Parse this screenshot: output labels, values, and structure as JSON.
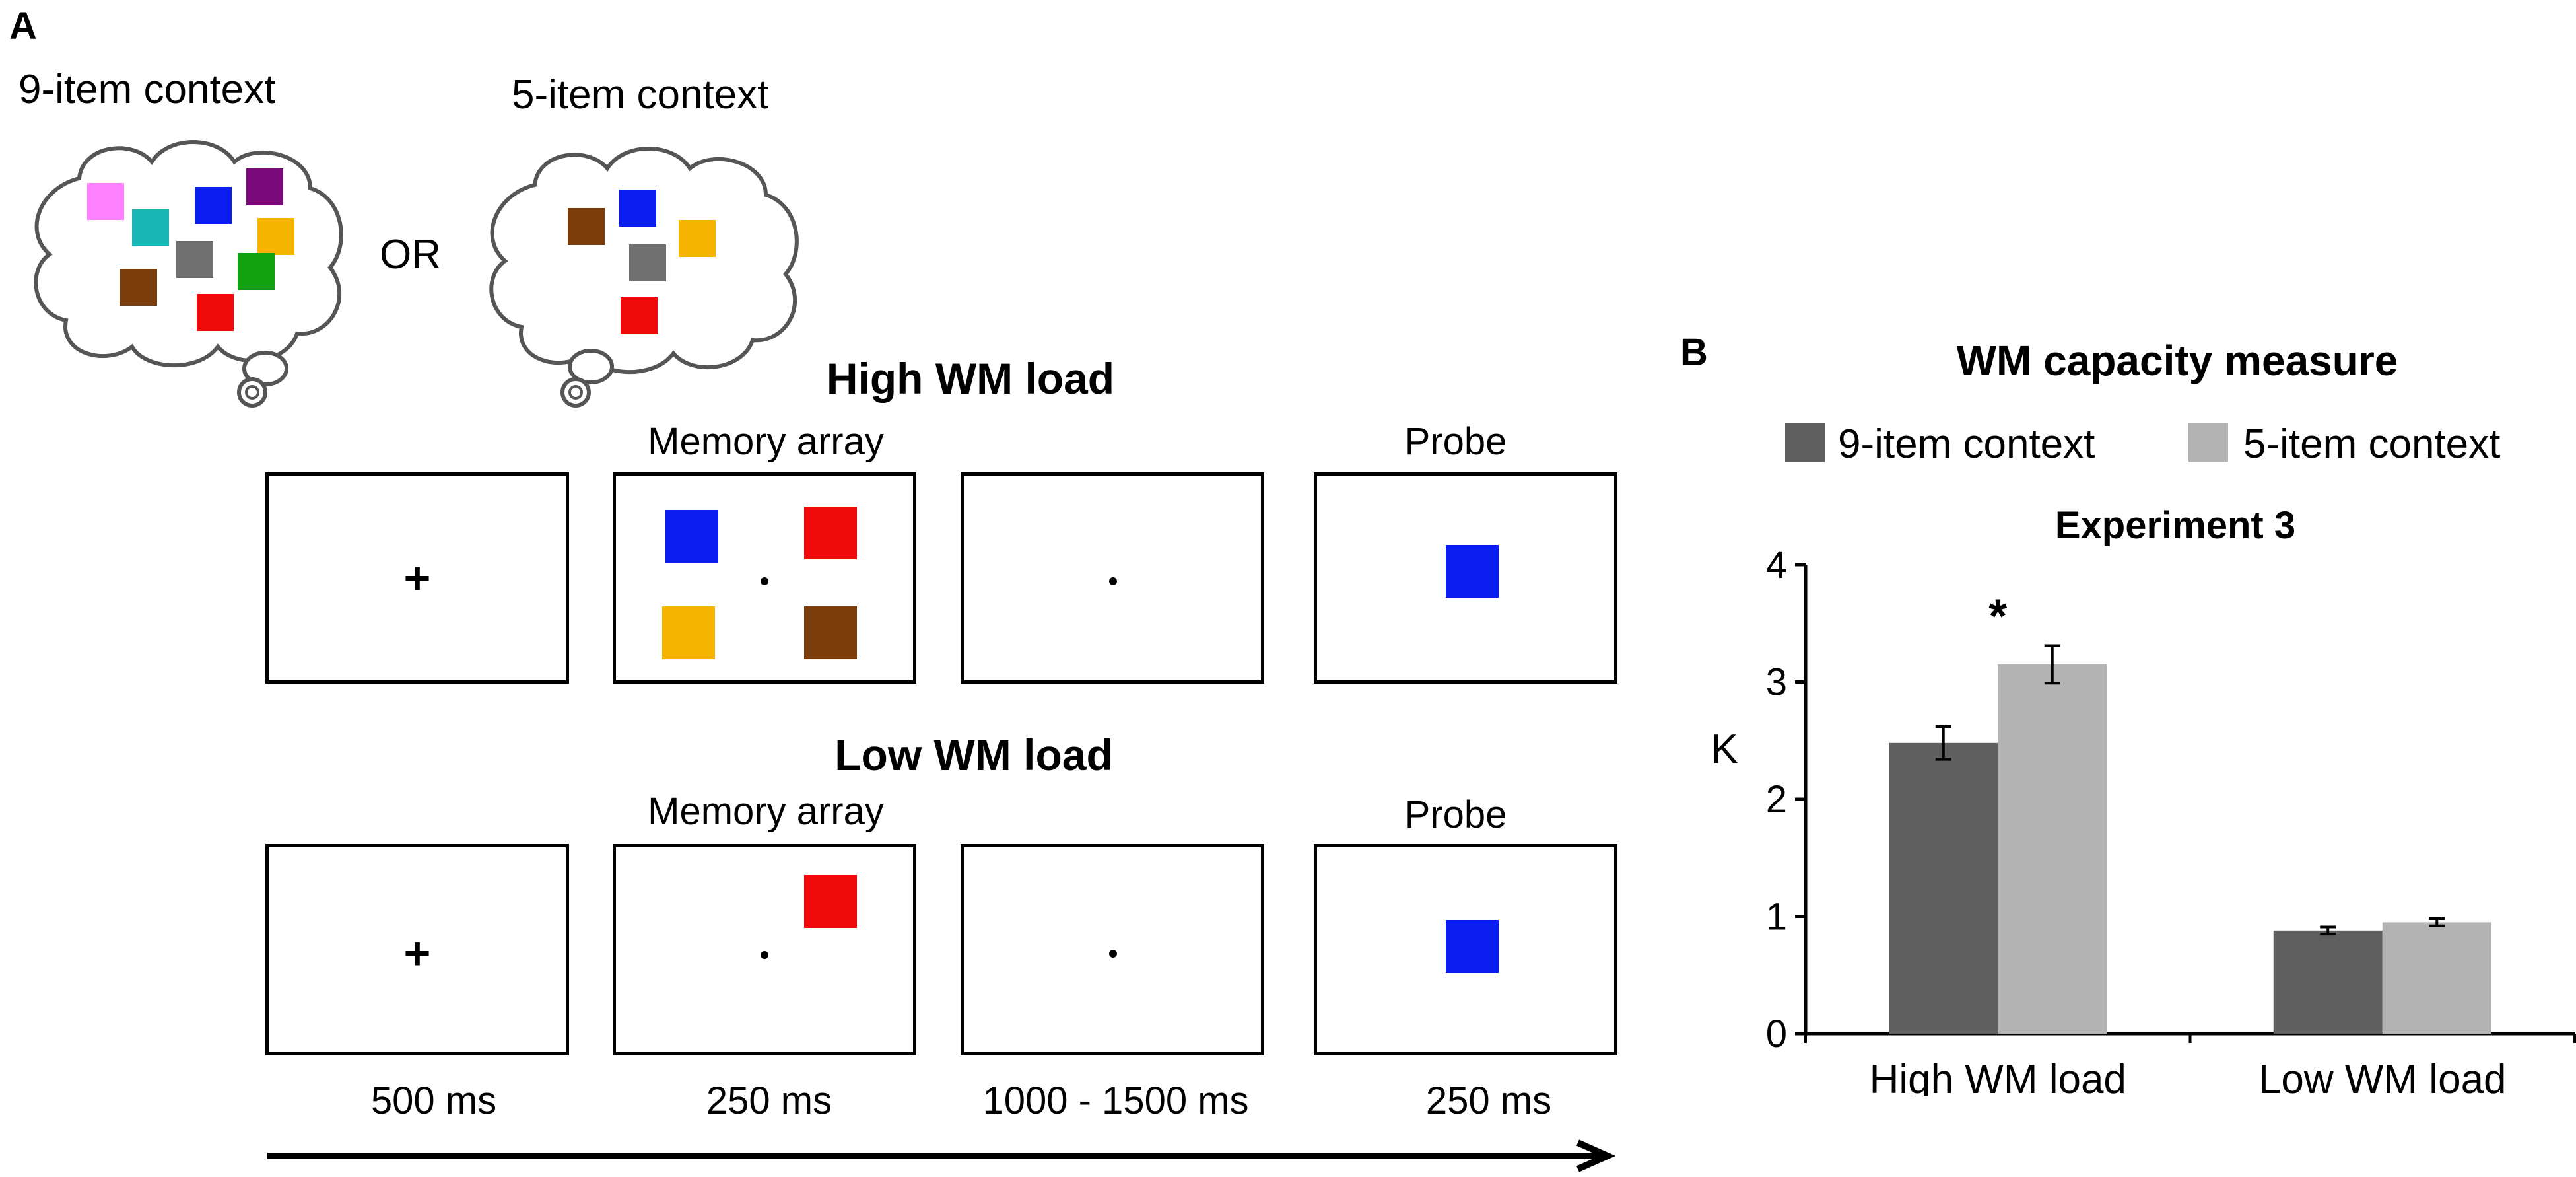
{
  "panel_a": {
    "letter": "A",
    "contexts": [
      {
        "title": "9-item context",
        "colors": [
          "#ff80ff",
          "#1ab5b5",
          "#0a1ef0",
          "#7a0a7a",
          "#f5b400",
          "#707070",
          "#10a010",
          "#7a3c0a",
          "#f00a0a"
        ]
      },
      {
        "title": "5-item context",
        "colors": [
          "#7a3c0a",
          "#0a1ef0",
          "#f5b400",
          "#707070",
          "#f00a0a"
        ]
      }
    ],
    "or_label": "OR",
    "high_load": {
      "title": "High WM load",
      "memory_label": "Memory array",
      "probe_label": "Probe",
      "memory_colors": [
        "#0a1ef0",
        "#f00a0a",
        "#f5b400",
        "#7a3c0a"
      ],
      "probe_color": "#0a1ef0"
    },
    "low_load": {
      "title": "Low WM load",
      "memory_label": "Memory array",
      "probe_label": "Probe",
      "memory_colors": [
        "#f00a0a"
      ],
      "probe_color": "#0a1ef0"
    },
    "fixation_symbol": "+",
    "timings": [
      "500 ms",
      "250 ms",
      "1000 - 1500 ms",
      "250 ms"
    ]
  },
  "panel_b": {
    "letter": "B",
    "title": "WM capacity measure",
    "subtitle": "Experiment 3",
    "significance_marker": "*"
  },
  "chart_data": {
    "type": "bar",
    "title": "Experiment 3",
    "categories": [
      "High WM load",
      "Low WM load"
    ],
    "series": [
      {
        "name": "9-item context",
        "values": [
          2.48,
          0.88
        ],
        "errors": [
          0.14,
          0.03
        ],
        "color": "#5f5f5f"
      },
      {
        "name": "5-item context",
        "values": [
          3.15,
          0.95
        ],
        "errors": [
          0.16,
          0.03
        ],
        "color": "#b3b3b3"
      }
    ],
    "xlabel": "",
    "ylabel": "K",
    "ylim": [
      0,
      4
    ],
    "yticks": [
      0,
      1,
      2,
      3,
      4
    ],
    "grid": false,
    "legend_position": "top",
    "significance": {
      "category": "High WM load",
      "marker": "*"
    }
  }
}
